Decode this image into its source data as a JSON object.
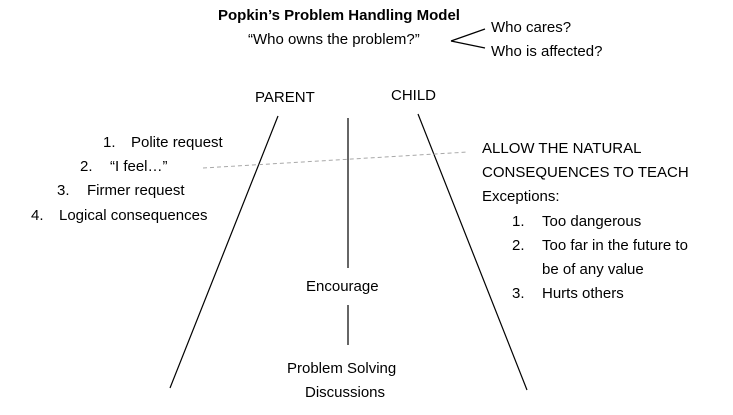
{
  "title": "Popkin’s Problem Handling Model",
  "question": "“Who owns the problem?”",
  "owner_checks": [
    "Who cares?",
    "Who is affected?"
  ],
  "columns": {
    "parent": "PARENT",
    "child": "CHILD"
  },
  "parent_steps": [
    {
      "num": "1.",
      "text": "Polite request"
    },
    {
      "num": "2.",
      "text": "“I feel…”"
    },
    {
      "num": "3.",
      "text": "Firmer request"
    },
    {
      "num": "4.",
      "text": "Logical consequences"
    }
  ],
  "child_heading": [
    "ALLOW THE NATURAL",
    "CONSEQUENCES TO TEACH"
  ],
  "exceptions_label": "Exceptions:",
  "exceptions": [
    {
      "num": "1.",
      "lines": [
        "Too dangerous"
      ]
    },
    {
      "num": "2.",
      "lines": [
        "Too far in the future to",
        "be of any value"
      ]
    },
    {
      "num": "3.",
      "lines": [
        "Hurts others"
      ]
    }
  ],
  "center_top": "Encourage",
  "center_bottom": [
    "Problem Solving",
    "Discussions"
  ]
}
